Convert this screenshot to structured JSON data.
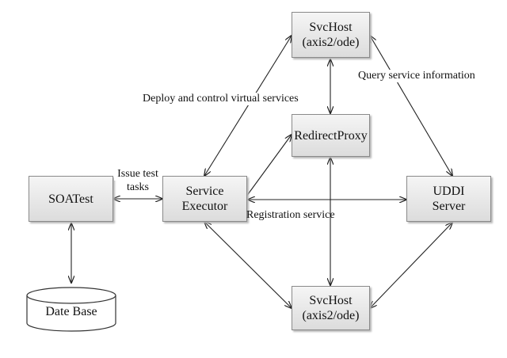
{
  "nodes": {
    "svchost_top": {
      "line1": "SvcHost",
      "line2": "(axis2/ode)"
    },
    "redirect_proxy": {
      "label": "RedirectProxy"
    },
    "soatest": {
      "label": "SOATest"
    },
    "service_executor": {
      "line1": "Service",
      "line2": "Executor"
    },
    "uddi_server": {
      "line1": "UDDI",
      "line2": "Server"
    },
    "svchost_bottom": {
      "line1": "SvcHost",
      "line2": "(axis2/ode)"
    },
    "database": {
      "label": "Date Base"
    }
  },
  "edge_labels": {
    "deploy": "Deploy and control virtual services",
    "query": "Query service information",
    "issue_line1": "Issue test",
    "issue_line2": "tasks",
    "registration": "Registration service"
  }
}
